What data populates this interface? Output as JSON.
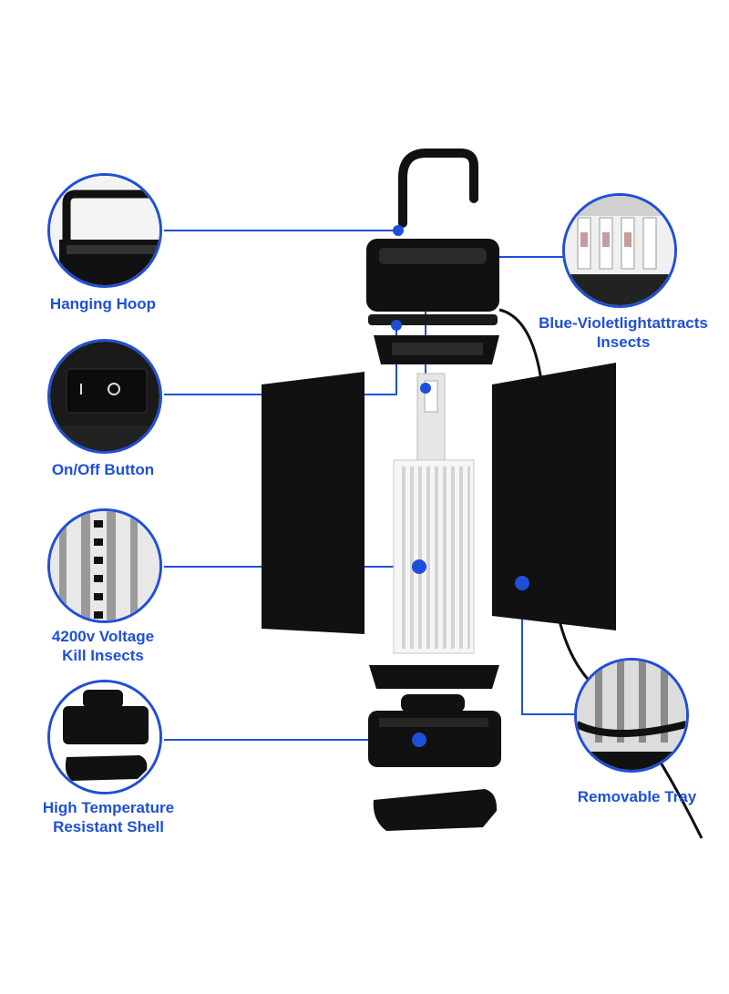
{
  "callouts": {
    "hanging_hoop": "Hanging Hoop",
    "on_off_button": "On/Off Button",
    "voltage_line1": "4200v Voltage",
    "voltage_line2": "Kill Insects",
    "shell_line1": "High Temperature",
    "shell_line2": "Resistant Shell",
    "blue_light_line1": "Blue-Violetlightattracts",
    "blue_light_line2": "Insects",
    "removable_tray": "Removable Tray"
  },
  "colors": {
    "accent": "#1f4fd8",
    "device": "#111111",
    "inner_grid": "#d9d9d9",
    "background": "#ffffff"
  },
  "icons": {
    "hanging_hoop": "handle-detail",
    "on_off_button": "rocker-switch-detail",
    "voltage": "electric-grid-detail",
    "shell": "base-shell-detail",
    "blue_light": "uv-bulbs-detail",
    "tray": "tray-detail"
  }
}
